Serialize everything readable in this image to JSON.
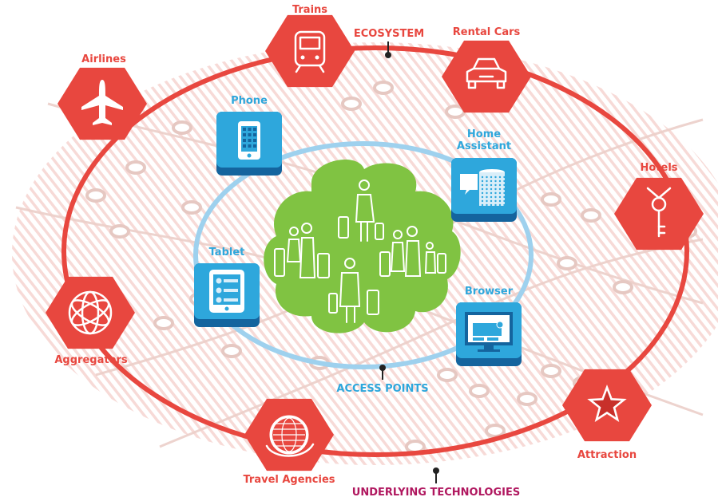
{
  "colors": {
    "ecosystem": "#e8473f",
    "access": "#9ed1ee",
    "device": "#2ea7dc",
    "device_dark": "#14649e",
    "cloud": "#80c342",
    "underlying": "#b0175f"
  },
  "labels": {
    "ecosystem": "ECOSYSTEM",
    "access_points": "ACCESS POINTS",
    "underlying": "UNDERLYING TECHNOLOGIES"
  },
  "ecosystem_nodes": [
    {
      "label": "Trains",
      "icon": "train-icon"
    },
    {
      "label": "Rental Cars",
      "icon": "car-icon"
    },
    {
      "label": "Airlines",
      "icon": "airplane-icon"
    },
    {
      "label": "Hotels",
      "icon": "hotel-key-icon"
    },
    {
      "label": "Aggregators",
      "icon": "network-globe-icon"
    },
    {
      "label": "Travel Agencies",
      "icon": "globe-icon"
    },
    {
      "label": "Attraction",
      "icon": "star-icon"
    }
  ],
  "access_nodes": [
    {
      "label": "Phone",
      "icon": "phone-icon"
    },
    {
      "label": "Home\nAssistant",
      "icon": "home-assistant-icon"
    },
    {
      "label": "Tablet",
      "icon": "tablet-icon"
    },
    {
      "label": "Browser",
      "icon": "browser-icon"
    }
  ],
  "center": {
    "icon": "travelers-cloud-icon"
  }
}
